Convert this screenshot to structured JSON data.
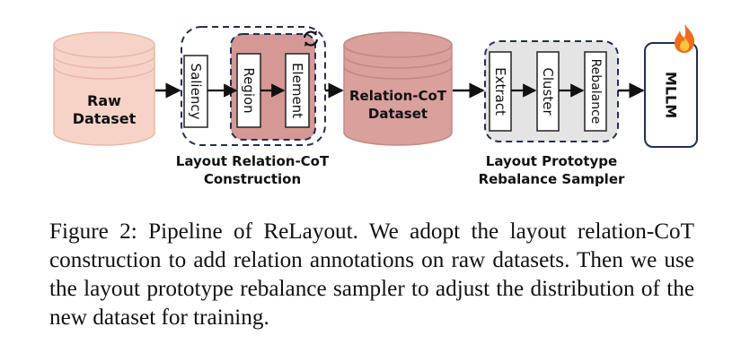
{
  "diagram": {
    "raw_dataset": {
      "line1": "Raw",
      "line2": "Dataset"
    },
    "saliency": "Saliency",
    "region": "Region",
    "element": "Element",
    "relation_cot_dataset": {
      "line1": "Relation-CoT",
      "line2": "Dataset"
    },
    "construction_label": {
      "line1": "Layout Relation-CoT",
      "line2": "Construction"
    },
    "extract": "Extract",
    "cluster": "Cluster",
    "rebalance": "Rebalance",
    "sampler_label": {
      "line1": "Layout Prototype",
      "line2": "Rebalance Sampler"
    },
    "mllm": "MLLM",
    "icons": {
      "loop": "refresh-icon",
      "trainable": "fire-icon"
    },
    "colors": {
      "raw_cylinder": "#f7d3c7",
      "relation_cylinder": "#d9a09c",
      "highlight_panel": "#d69894",
      "dashed_border": "#1f2f55",
      "sampler_panel": "#e4e4e4"
    }
  },
  "caption": "Figure 2: Pipeline of ReLayout. We adopt the layout relation-CoT construction to add relation annotations on raw datasets. Then we use the layout prototype rebalance sampler to adjust the distribution of the new dataset for training."
}
